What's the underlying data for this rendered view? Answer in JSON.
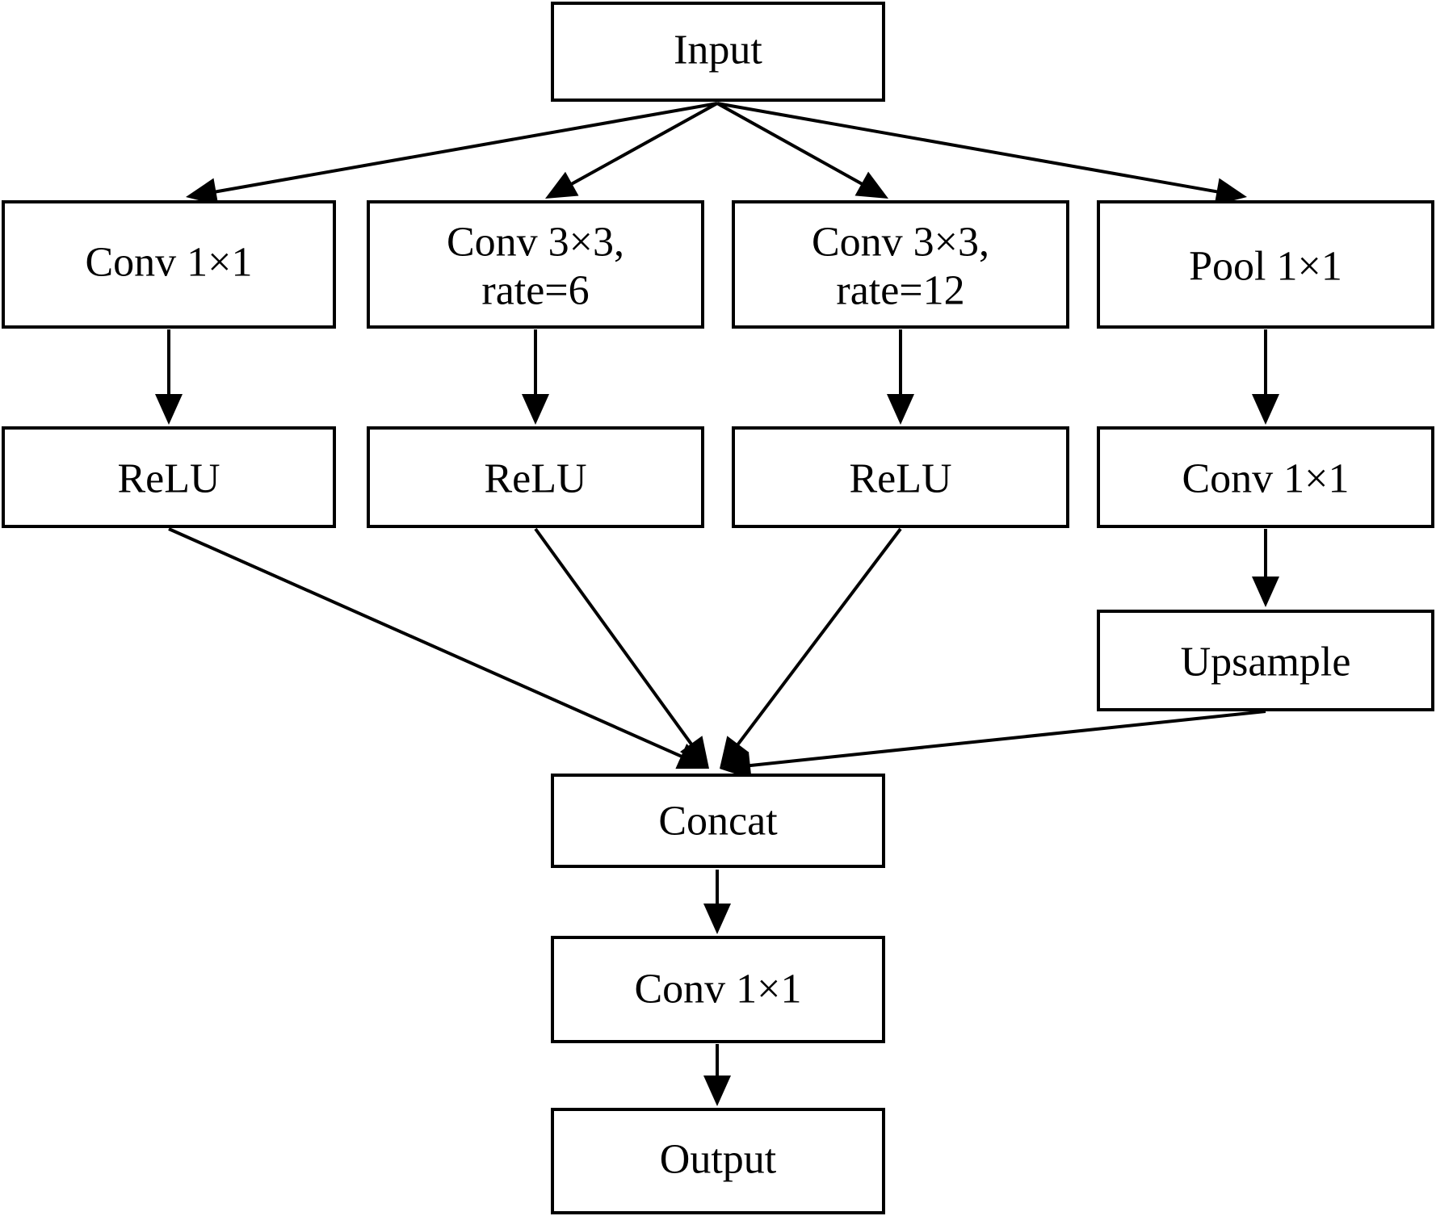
{
  "diagram": {
    "nodes": {
      "input": {
        "lines": [
          "Input"
        ]
      },
      "conv1x1_a": {
        "lines": [
          "Conv 1×1"
        ]
      },
      "conv3x3_r6": {
        "lines": [
          "Conv 3×3,",
          "rate=6"
        ]
      },
      "conv3x3_r12": {
        "lines": [
          "Conv 3×3,",
          "rate=12"
        ]
      },
      "pool1x1": {
        "lines": [
          "Pool 1×1"
        ]
      },
      "relu_a": {
        "lines": [
          "ReLU"
        ]
      },
      "relu_b": {
        "lines": [
          "ReLU"
        ]
      },
      "relu_c": {
        "lines": [
          "ReLU"
        ]
      },
      "conv1x1_d": {
        "lines": [
          "Conv 1×1"
        ]
      },
      "upsample": {
        "lines": [
          "Upsample"
        ]
      },
      "concat": {
        "lines": [
          "Concat"
        ]
      },
      "conv1x1_out": {
        "lines": [
          "Conv 1×1"
        ]
      },
      "output": {
        "lines": [
          "Output"
        ]
      }
    },
    "edges": [
      {
        "from": "input",
        "to": "conv1x1_a"
      },
      {
        "from": "input",
        "to": "conv3x3_r6"
      },
      {
        "from": "input",
        "to": "conv3x3_r12"
      },
      {
        "from": "input",
        "to": "pool1x1"
      },
      {
        "from": "conv1x1_a",
        "to": "relu_a"
      },
      {
        "from": "conv3x3_r6",
        "to": "relu_b"
      },
      {
        "from": "conv3x3_r12",
        "to": "relu_c"
      },
      {
        "from": "pool1x1",
        "to": "conv1x1_d"
      },
      {
        "from": "conv1x1_d",
        "to": "upsample"
      },
      {
        "from": "relu_a",
        "to": "concat"
      },
      {
        "from": "relu_b",
        "to": "concat"
      },
      {
        "from": "relu_c",
        "to": "concat"
      },
      {
        "from": "upsample",
        "to": "concat"
      },
      {
        "from": "concat",
        "to": "conv1x1_out"
      },
      {
        "from": "conv1x1_out",
        "to": "output"
      }
    ]
  }
}
